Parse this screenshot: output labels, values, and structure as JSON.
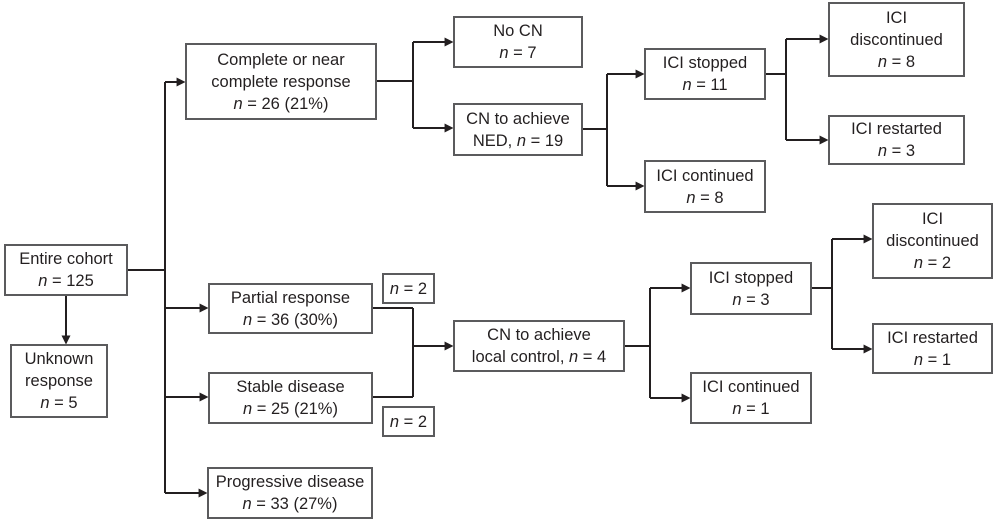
{
  "colors": {
    "background": "#ffffff",
    "box_border": "#5b5b5d",
    "line": "#231f20",
    "text": "#231f20"
  },
  "diagram": {
    "description_nodes_visible_text_only": "cohort treatment-response flowchart",
    "nodes": {
      "entire_cohort": {
        "lines": [
          "Entire cohort"
        ],
        "count": {
          "n": "n",
          "post": " = 125"
        }
      },
      "unknown_response": {
        "lines": [
          "Unknown",
          "response"
        ],
        "count": {
          "n": "n",
          "post": " = 5"
        }
      },
      "complete_response": {
        "lines": [
          "Complete or near",
          "complete response"
        ],
        "count": {
          "n": "n",
          "post": " = 26 (21%)"
        }
      },
      "no_cn": {
        "lines": [
          "No CN"
        ],
        "count": {
          "n": "n",
          "post": " = 7"
        }
      },
      "cn_ned": {
        "lines": [
          "CN to achieve"
        ],
        "count": {
          "pre": "NED, ",
          "n": "n",
          "post": " = 19"
        }
      },
      "ici_stopped_11": {
        "lines": [
          "ICI stopped"
        ],
        "count": {
          "n": "n",
          "post": " = 11"
        }
      },
      "ici_continued_8": {
        "lines": [
          "ICI continued"
        ],
        "count": {
          "n": "n",
          "post": " = 8"
        }
      },
      "ici_discontinued_8": {
        "lines": [
          "ICI",
          "discontinued"
        ],
        "count": {
          "n": "n",
          "post": " = 8"
        }
      },
      "ici_restarted_3": {
        "lines": [
          "ICI restarted"
        ],
        "count": {
          "n": "n",
          "post": " = 3"
        }
      },
      "partial_response": {
        "lines": [
          "Partial response"
        ],
        "count": {
          "n": "n",
          "post": " = 36 (30%)"
        }
      },
      "n2_top": {
        "lines": [],
        "count": {
          "n": "n",
          "post": " = 2"
        }
      },
      "stable_disease": {
        "lines": [
          "Stable disease"
        ],
        "count": {
          "n": "n",
          "post": " = 25 (21%)"
        }
      },
      "n2_bottom": {
        "lines": [],
        "count": {
          "n": "n",
          "post": " = 2"
        }
      },
      "cn_local": {
        "lines": [
          "CN to achieve"
        ],
        "count": {
          "pre": "local control, ",
          "n": "n",
          "post": " = 4"
        }
      },
      "ici_stopped_3": {
        "lines": [
          "ICI stopped"
        ],
        "count": {
          "n": "n",
          "post": " = 3"
        }
      },
      "ici_continued_1": {
        "lines": [
          "ICI continued"
        ],
        "count": {
          "n": "n",
          "post": " = 1"
        }
      },
      "ici_discontinued_2": {
        "lines": [
          "ICI",
          "discontinued"
        ],
        "count": {
          "n": "n",
          "post": " = 2"
        }
      },
      "ici_restarted_1": {
        "lines": [
          "ICI restarted"
        ],
        "count": {
          "n": "n",
          "post": " = 1"
        }
      },
      "progressive_disease": {
        "lines": [
          "Progressive disease"
        ],
        "count": {
          "n": "n",
          "post": " = 33 (27%)"
        }
      }
    }
  }
}
